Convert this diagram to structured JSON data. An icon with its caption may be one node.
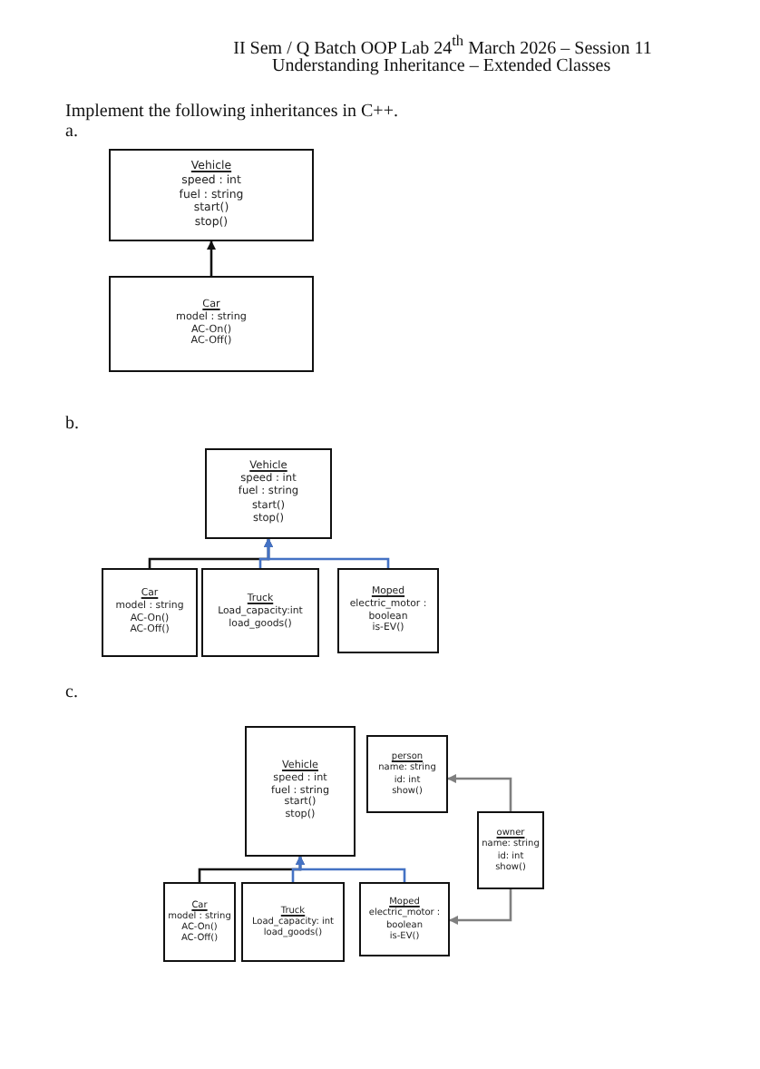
{
  "diagram": {
    "title": "II Sem / Q Batch OOP Lab 24$^{th}$ March 2026 – Session 11",
    "nodes": [
      {
        "text": [
          "Vehicle",
          "speed : int",
          "fuel : string",
          "start()",
          "stop()"
        ]
      },
      {
        "text": [
          "Car",
          "model : string",
          "AC-On()",
          "AC-Off()"
        ]
      },
      {
        "text": [
          "Vehicle",
          "speed : int",
          "fuel : string",
          "start()",
          "stop()"
        ]
      },
      {
        "text": [
          "Car",
          "model : string",
          "AC-On()",
          "AC-Off()"
        ]
      },
      {
        "text": [
          "Truck",
          "Load_capacity:int",
          "load_goods()"
        ]
      },
      {
        "text": [
          "Moped",
          "electric_motor : boolean",
          "is-EV()"
        ]
      },
      {
        "text": [
          "Vehicle",
          "speed : int",
          "fuel : string",
          "start()",
          "stop()"
        ]
      },
      {
        "text": [
          "person",
          "name: string",
          "id: int",
          "show()"
        ]
      },
      {
        "text": [
          "owner",
          "name: string",
          "id: int",
          "show()"
        ]
      },
      {
        "text": [
          "Car",
          "model : string",
          "AC-On()",
          "AC-Off()"
        ]
      },
      {
        "text": [
          "Truck",
          "Load_capacity: int",
          "load_goods()"
        ]
      },
      {
        "text": [
          "Moped",
          "electric_motor : boolean",
          "is-EV()"
        ]
      }
    ],
    "edges": [
      {
        "from": 1,
        "to": 0,
        "arrow": "to",
        "color": "#111111"
      },
      {
        "from": 3,
        "to": 2,
        "arrow": "to",
        "color": "#111111"
      },
      {
        "from": 4,
        "to": 2,
        "arrow": "to",
        "color": "#4472c4"
      },
      {
        "from": 5,
        "to": 2,
        "arrow": "to",
        "color": "#4472c4"
      },
      {
        "from": 9,
        "to": 6,
        "arrow": "to",
        "color": "#111111"
      },
      {
        "from": 10,
        "to": 6,
        "arrow": "to",
        "color": "#4472c4"
      },
      {
        "from": 11,
        "to": 6,
        "arrow": "to",
        "color": "#4472c4"
      },
      {
        "from": 8,
        "to": 7,
        "arrow": "to",
        "color": "#7f7f7f"
      },
      {
        "from": 8,
        "to": 11,
        "arrow": "to",
        "color": "#7f7f7f"
      }
    ],
    "labels": [
      "Understanding Inheritance – Extended Classes",
      "Implement the following inheritances in C++.",
      "a.",
      "b.",
      "c."
    ]
  }
}
